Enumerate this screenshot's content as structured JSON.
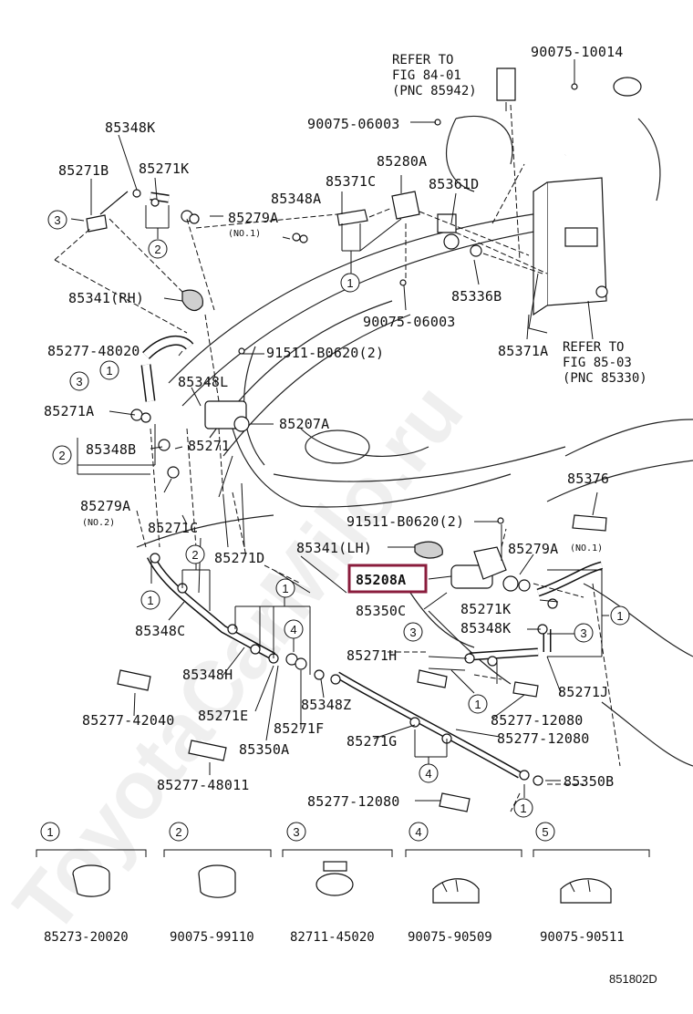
{
  "watermark": "ToyotaCarMilo.ru",
  "figure_id": "851802D",
  "highlight_color": "#8a1c3c",
  "references": {
    "ref1": [
      "REFER TO",
      "FIG 84-01",
      "(PNC 85942)"
    ],
    "ref2": [
      "REFER TO",
      "FIG 85-03",
      "(PNC 85330)"
    ]
  },
  "notes": {
    "no1a": "(NO.1)",
    "no2": "(NO.2)",
    "no1b": "(NO.1)"
  },
  "labels": {
    "p90075_10014": "90075-10014",
    "p90075_06003a": "90075-06003",
    "p85348K": "85348K",
    "p85271B": "85271B",
    "p85271K_top": "85271K",
    "p85279A_top": "85279A",
    "p85348A": "85348A",
    "p85371C": "85371C",
    "p85280A": "85280A",
    "p85361D": "85361D",
    "p85341RH": "85341(RH)",
    "p85336B": "85336B",
    "p90075_06003b": "90075-06003",
    "p85371A": "85371A",
    "p85277_48020": "85277-48020",
    "p91511_B0620a": "91511-B0620(2)",
    "p85348L": "85348L",
    "p85271A": "85271A",
    "p85207A": "85207A",
    "p85348B": "85348B",
    "p85271": "85271",
    "p85279A_left": "85279A",
    "p85376": "85376",
    "p85271C": "85271C",
    "p91511_B0620b": "91511-B0620(2)",
    "p85271D": "85271D",
    "p85341LH": "85341(LH)",
    "p85279A_right": "85279A",
    "p85208A": "85208A",
    "p85350C": "85350C",
    "p85271K_right": "85271K",
    "p85348C": "85348C",
    "p85348K_right": "85348K",
    "p85348H": "85348H",
    "p85271H": "85271H",
    "p85271J": "85271J",
    "p85277_42040": "85277-42040",
    "p85271E": "85271E",
    "p85348Z": "85348Z",
    "p85277_12080a": "85277-12080",
    "p85271F": "85271F",
    "p85350A": "85350A",
    "p85271G": "85271G",
    "p85277_12080b": "85277-12080",
    "p85350B": "85350B",
    "p85277_48011": "85277-48011",
    "p85277_12080c": "85277-12080"
  },
  "callouts": [
    "1",
    "2",
    "3",
    "4",
    "5"
  ],
  "legend": [
    {
      "num": "1",
      "part": "85273-20020"
    },
    {
      "num": "2",
      "part": "90075-99110"
    },
    {
      "num": "3",
      "part": "82711-45020"
    },
    {
      "num": "4",
      "part": "90075-90509"
    },
    {
      "num": "5",
      "part": "90075-90511"
    }
  ]
}
